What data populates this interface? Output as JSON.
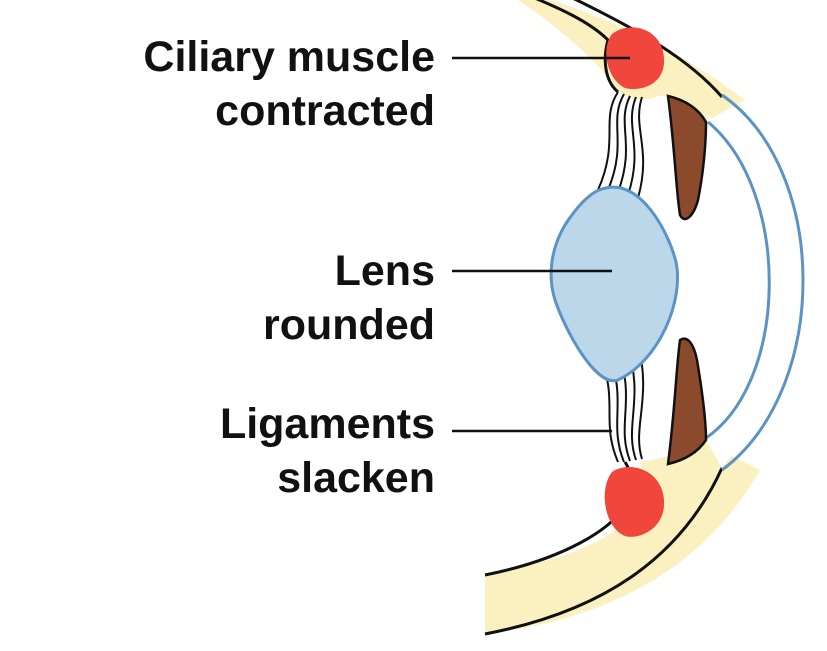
{
  "labels": {
    "ciliary": {
      "line1": "Ciliary muscle",
      "line2": "contracted"
    },
    "lens": {
      "line1": "Lens",
      "line2": "rounded"
    },
    "ligaments": {
      "line1": "Ligaments",
      "line2": "slacken"
    }
  },
  "colors": {
    "sclera": "#fbf0c0",
    "ciliary_muscle": "#f0463c",
    "iris": "#8c4a2c",
    "lens": "#bcd7ea",
    "lens_outline": "#5a93c4",
    "cornea_outline": "#5a93c4",
    "outline": "#111111"
  }
}
